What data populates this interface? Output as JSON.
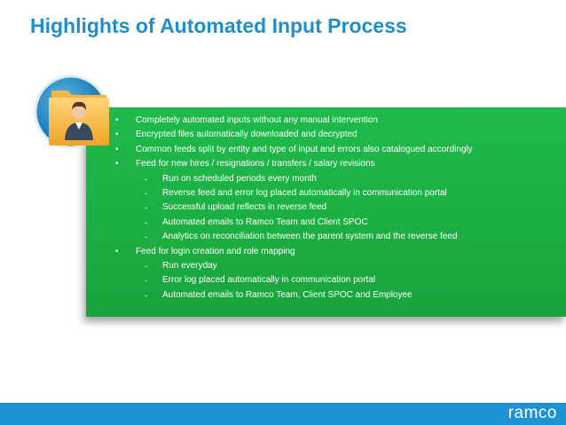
{
  "title": "Highlights of Automated Input Process",
  "bullets": [
    {
      "level": 1,
      "text": "Completely automated inputs without any manual intervention"
    },
    {
      "level": 1,
      "text": "Encrypted files automatically downloaded and decrypted"
    },
    {
      "level": 1,
      "text": "Common feeds split by entity and type of input and errors also catalogued accordingly"
    },
    {
      "level": 1,
      "text": "Feed for new hires / resignations / transfers / salary revisions"
    },
    {
      "level": 2,
      "text": "Run on scheduled periods every month"
    },
    {
      "level": 2,
      "text": "Reverse feed and error log placed automatically in communication portal"
    },
    {
      "level": 2,
      "text": "Successful upload reflects in reverse feed"
    },
    {
      "level": 2,
      "text": "Automated emails to Ramco Team and Client SPOC"
    },
    {
      "level": 2,
      "text": "Analytics on reconciliation between the parent system and the reverse feed"
    },
    {
      "level": 1,
      "text": "Feed for login creation and role mapping"
    },
    {
      "level": 2,
      "text": "Run everyday"
    },
    {
      "level": 2,
      "text": "Error log placed automatically in communication portal"
    },
    {
      "level": 2,
      "text": "Automated emails to Ramco Team, Client SPOC and Employee"
    }
  ],
  "footer": {
    "logo_text": "ramco",
    "color": "#1b93d4"
  },
  "colors": {
    "title": "#1f8ec9",
    "panel": "#1fba4c"
  },
  "icon": "user-folder-icon"
}
